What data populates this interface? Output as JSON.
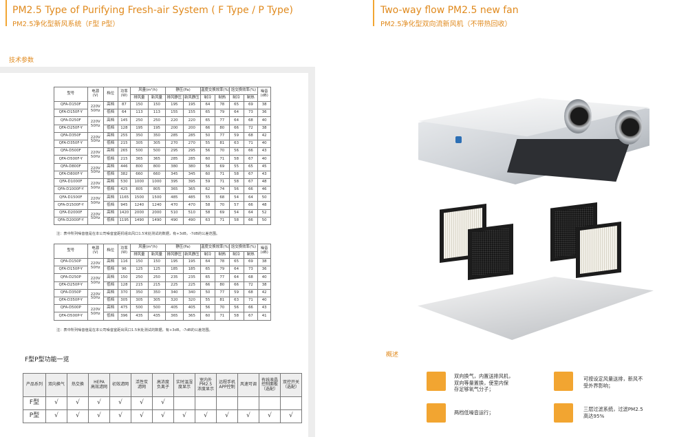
{
  "left_header": {
    "title": "PM2.5  Type of Purifying Fresh-air System ( F Type / P Type)",
    "subtitle": "PM2.5净化型新风系统（F型 P型）"
  },
  "right_header": {
    "title": "Two-way flow PM2.5 new fan",
    "subtitle": "PM2.5净化型双向流新风机（不带热回收）"
  },
  "section_left": "技术参数",
  "section_right": "概述",
  "f_table": {
    "h_model": "型号",
    "h_power": "电源\n(V)",
    "h_gear": "档位",
    "h_watt": "功率\n(W)",
    "h_air": "风量(m³/h)",
    "h_static": "静压(Pa)",
    "h_temp": "温度交换效率(%)",
    "h_enth": "焓交换效率(%)",
    "h_noise": "噪音\n(dB)",
    "sub": [
      "排风量",
      "新风量",
      "排风静压",
      "新风静压",
      "制冷",
      "制热",
      "制冷",
      "制热"
    ],
    "groups": [
      {
        "m1": "QFA-D150F",
        "m2": "QFA-D150F-Y",
        "power": "220V\n50Hz",
        "rows": [
          [
            "高档",
            "87",
            "150",
            "150",
            "195",
            "195",
            "64",
            "78",
            "65",
            "69",
            "38"
          ],
          [
            "低档",
            "64",
            "113",
            "113",
            "155",
            "155",
            "65",
            "79",
            "64",
            "73",
            "36"
          ]
        ]
      },
      {
        "m1": "QFA-D250F",
        "m2": "QFA-D250F-Y",
        "power": "220V\n50Hz",
        "rows": [
          [
            "高档",
            "145",
            "250",
            "250",
            "220",
            "220",
            "65",
            "77",
            "64",
            "68",
            "40"
          ],
          [
            "低档",
            "128",
            "195",
            "195",
            "200",
            "200",
            "66",
            "80",
            "66",
            "72",
            "38"
          ]
        ]
      },
      {
        "m1": "QFA-D350F",
        "m2": "QFA-D350F-Y",
        "power": "220V\n50Hz",
        "rows": [
          [
            "高档",
            "255",
            "350",
            "350",
            "285",
            "285",
            "50",
            "77",
            "59",
            "68",
            "42"
          ],
          [
            "低档",
            "215",
            "305",
            "305",
            "270",
            "270",
            "55",
            "81",
            "63",
            "71",
            "40"
          ]
        ]
      },
      {
        "m1": "QFA-D500F",
        "m2": "QFA-D500F-Y",
        "power": "220V\n50Hz",
        "rows": [
          [
            "高档",
            "265",
            "500",
            "500",
            "295",
            "295",
            "56",
            "70",
            "56",
            "66",
            "43"
          ],
          [
            "低档",
            "215",
            "365",
            "365",
            "285",
            "285",
            "60",
            "71",
            "58",
            "67",
            "40"
          ]
        ]
      },
      {
        "m1": "QFA-D800F",
        "m2": "QFA-D800F-Y",
        "power": "220V\n50Hz",
        "rows": [
          [
            "高档",
            "446",
            "800",
            "800",
            "380",
            "380",
            "56",
            "69",
            "55",
            "65",
            "45"
          ],
          [
            "低档",
            "382",
            "660",
            "660",
            "345",
            "345",
            "60",
            "71",
            "58",
            "67",
            "43"
          ]
        ]
      },
      {
        "m1": "QFA-D1000F",
        "m2": "QFA-D1000F-Y",
        "power": "220V\n50Hz",
        "rows": [
          [
            "高档",
            "530",
            "1000",
            "1000",
            "395",
            "395",
            "59",
            "71",
            "58",
            "67",
            "48"
          ],
          [
            "低档",
            "425",
            "805",
            "805",
            "365",
            "365",
            "62",
            "74",
            "56",
            "66",
            "46"
          ]
        ]
      },
      {
        "m1": "QFA-D1500F",
        "m2": "QFA-D1500F-Y",
        "power": "220V\n50Hz",
        "rows": [
          [
            "高档",
            "1165",
            "1500",
            "1500",
            "485",
            "485",
            "55",
            "68",
            "54",
            "64",
            "50"
          ],
          [
            "低档",
            "945",
            "1240",
            "1240",
            "470",
            "470",
            "58",
            "70",
            "57",
            "66",
            "48"
          ]
        ]
      },
      {
        "m1": "QFA-D2000F",
        "m2": "QFA-D2000F-Y",
        "power": "220V\n50Hz",
        "rows": [
          [
            "高档",
            "1420",
            "2000",
            "2000",
            "510",
            "510",
            "58",
            "69",
            "54",
            "64",
            "52"
          ],
          [
            "低档",
            "1195",
            "1490",
            "1490",
            "490",
            "490",
            "63",
            "71",
            "58",
            "66",
            "50"
          ]
        ]
      }
    ],
    "note": "注：表中所列噪音值是在本公司噪音室距机组出风口1.5米处测试的数据，有+3dB，-7dB的公差范围。"
  },
  "p_table": {
    "h_model": "型号",
    "h_power": "电源\n(V)",
    "h_gear": "档位",
    "h_watt": "功率\n(W)",
    "h_air": "风量(m³/h)",
    "h_static": "静压(Pa)",
    "h_temp": "温度交换效率(%)",
    "h_enth": "焓交换效率(%)",
    "h_noise": "噪音\n(dB)",
    "sub": [
      "排风量",
      "新风量",
      "排风静压",
      "新风静压",
      "制冷",
      "制热",
      "制冷",
      "制热"
    ],
    "groups": [
      {
        "m1": "QFA-D150P",
        "m2": "QFA-D150P-Y",
        "power": "220V\n50Hz",
        "rows": [
          [
            "高档",
            "116",
            "150",
            "150",
            "195",
            "195",
            "64",
            "78",
            "65",
            "69",
            "38"
          ],
          [
            "低档",
            "96",
            "125",
            "125",
            "185",
            "185",
            "65",
            "79",
            "64",
            "73",
            "36"
          ]
        ]
      },
      {
        "m1": "QFA-D250P",
        "m2": "QFA-D250P-Y",
        "power": "220V\n50Hz",
        "rows": [
          [
            "高档",
            "150",
            "250",
            "250",
            "235",
            "235",
            "65",
            "77",
            "64",
            "68",
            "40"
          ],
          [
            "低档",
            "128",
            "215",
            "215",
            "225",
            "225",
            "66",
            "80",
            "66",
            "72",
            "38"
          ]
        ]
      },
      {
        "m1": "QFA-D350P",
        "m2": "QFA-D350P-Y",
        "power": "220V\n50Hz",
        "rows": [
          [
            "高档",
            "370",
            "350",
            "350",
            "340",
            "340",
            "50",
            "77",
            "59",
            "68",
            "42"
          ],
          [
            "低档",
            "305",
            "305",
            "305",
            "320",
            "320",
            "55",
            "81",
            "63",
            "71",
            "40"
          ]
        ]
      },
      {
        "m1": "QFA-D500P",
        "m2": "QFA-D500P-Y",
        "power": "220V\n50Hz",
        "rows": [
          [
            "高档",
            "475",
            "500",
            "500",
            "405",
            "405",
            "56",
            "70",
            "56",
            "66",
            "43"
          ],
          [
            "低档",
            "396",
            "435",
            "435",
            "365",
            "365",
            "60",
            "71",
            "58",
            "67",
            "41"
          ]
        ]
      }
    ],
    "note": "注：表中所列噪音值是在本公司噪音室距出风口1.5米处测试的数据，有+3dB，-7dB的公差范围。"
  },
  "func": {
    "title": "F型P型功能一览",
    "headers": [
      "产品系列",
      "双向换气",
      "热交换",
      "HEPA\n高效滤网",
      "初效滤网",
      "活性炭\n滤网",
      "高浓度\n负离子",
      "实时温湿\n度显示",
      "室内外\nPM2.5\n浓度显示",
      "远程手机\nAPP控制",
      "风速可调",
      "有线液晶\n控制面板\n（选配）",
      "双控开关\n（选配）"
    ],
    "rows": [
      {
        "label": "F型",
        "marks": [
          "√",
          "√",
          "√",
          "√",
          "√",
          "√",
          "",
          "",
          "",
          "",
          "",
          ""
        ]
      },
      {
        "label": "P型",
        "marks": [
          "√",
          "√",
          "√",
          "√",
          "√",
          "√",
          "√",
          "√",
          "√",
          "√",
          "√",
          "√"
        ]
      }
    ]
  },
  "features": [
    {
      "text": "双向换气，内置送排风机，\n双向等量置换，使室内保\n存足够氧气分子；",
      "icon": "airflow-icon"
    },
    {
      "text": "可按设定风量送排，新风不\n受外界影响；",
      "icon": "fan-coil-icon"
    },
    {
      "text": "两档低噪音运行；",
      "icon": "low-noise-icon"
    },
    {
      "text": "三层过滤系统，过滤PM2.5\n高达95%",
      "icon": "filter-layers-icon"
    }
  ],
  "colors": {
    "accent": "#f2a531",
    "title": "#e08a1e"
  }
}
